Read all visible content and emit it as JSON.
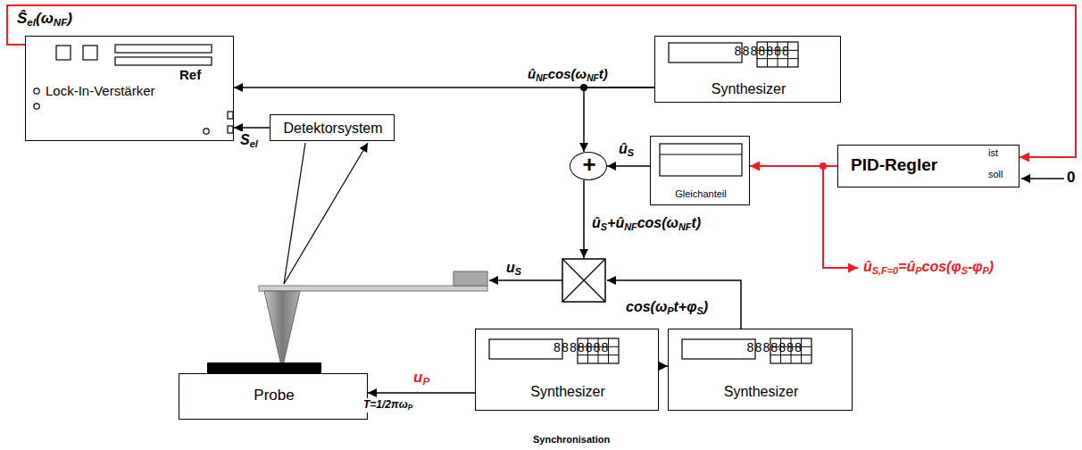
{
  "diagram": {
    "nodes": [
      {
        "text": [
          "Lock-In-Verstärker"
        ]
      },
      {
        "text": [
          "8888888",
          "Synthesizer"
        ]
      },
      {
        "text": [
          "Detektorsystem"
        ]
      },
      {
        "text": [
          "+"
        ]
      },
      {
        "text": [
          "Gleichanteil"
        ]
      },
      {
        "text": [
          "PID-Regler",
          "ist",
          "soll"
        ]
      },
      {
        "text": [
          "Probe"
        ]
      },
      {
        "text": [
          "8888888",
          "Synthesizer"
        ]
      },
      {
        "text": [
          "8888888",
          "Synthesizer"
        ]
      }
    ],
    "edges": [
      {
        "from": 1,
        "to": 0,
        "label": "Ref",
        "arrow": "to"
      },
      {
        "from": 1,
        "to": 3,
        "arrow": "to"
      },
      {
        "from": 4,
        "to": 3,
        "label": "ûS",
        "arrow": "to"
      },
      {
        "from": 2,
        "to": 0,
        "label": "Sel",
        "arrow": "to"
      },
      {
        "from": 5,
        "to": 4,
        "arrow": "to"
      },
      {
        "from": 0,
        "to": 5,
        "label": "Ŝel(ωNF)",
        "arrow": "to"
      },
      {
        "from": 7,
        "to": 6,
        "label": "uP",
        "arrow": "to"
      },
      {
        "from": 7,
        "to": 8,
        "arrow": "to"
      }
    ],
    "labels": [
      "ûNFcos(ωNFt)",
      "ûS+ûNFcos(ωNFt)",
      "uS",
      "cos(ωPt+φS)",
      "ûS,F=0=ûPcos(φS-φP)",
      "0",
      "T=1/2πωP",
      "Synchronisation"
    ]
  }
}
